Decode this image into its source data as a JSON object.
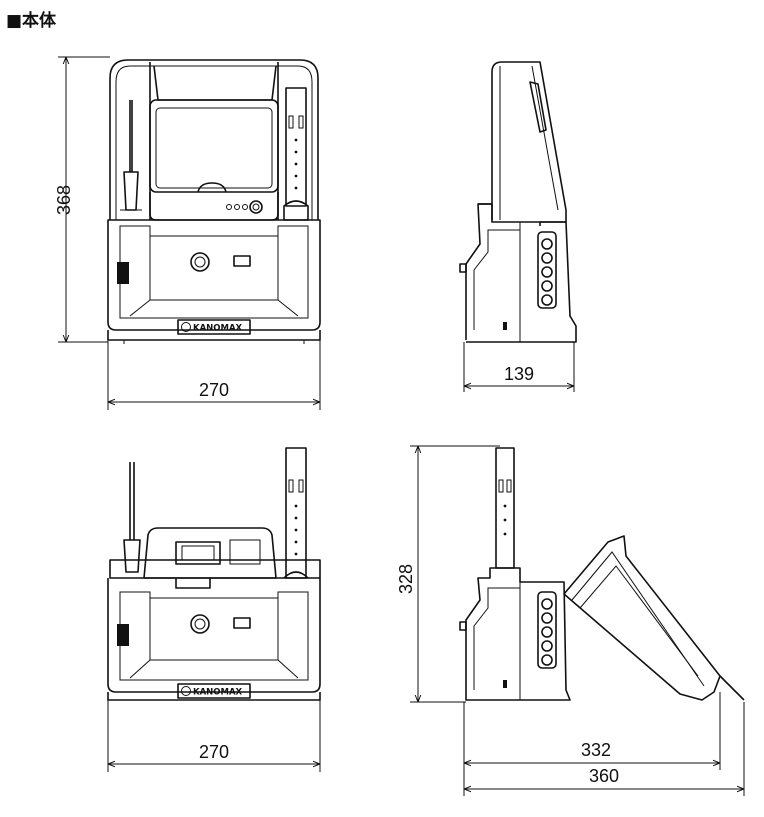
{
  "title": "■本体",
  "brand": "KANOMAX",
  "dimensions": {
    "front_height": "368",
    "front_width": "270",
    "side_depth": "139",
    "open_front_width": "270",
    "open_side_height": "328",
    "open_side_depth_inner": "332",
    "open_side_depth_outer": "360"
  }
}
